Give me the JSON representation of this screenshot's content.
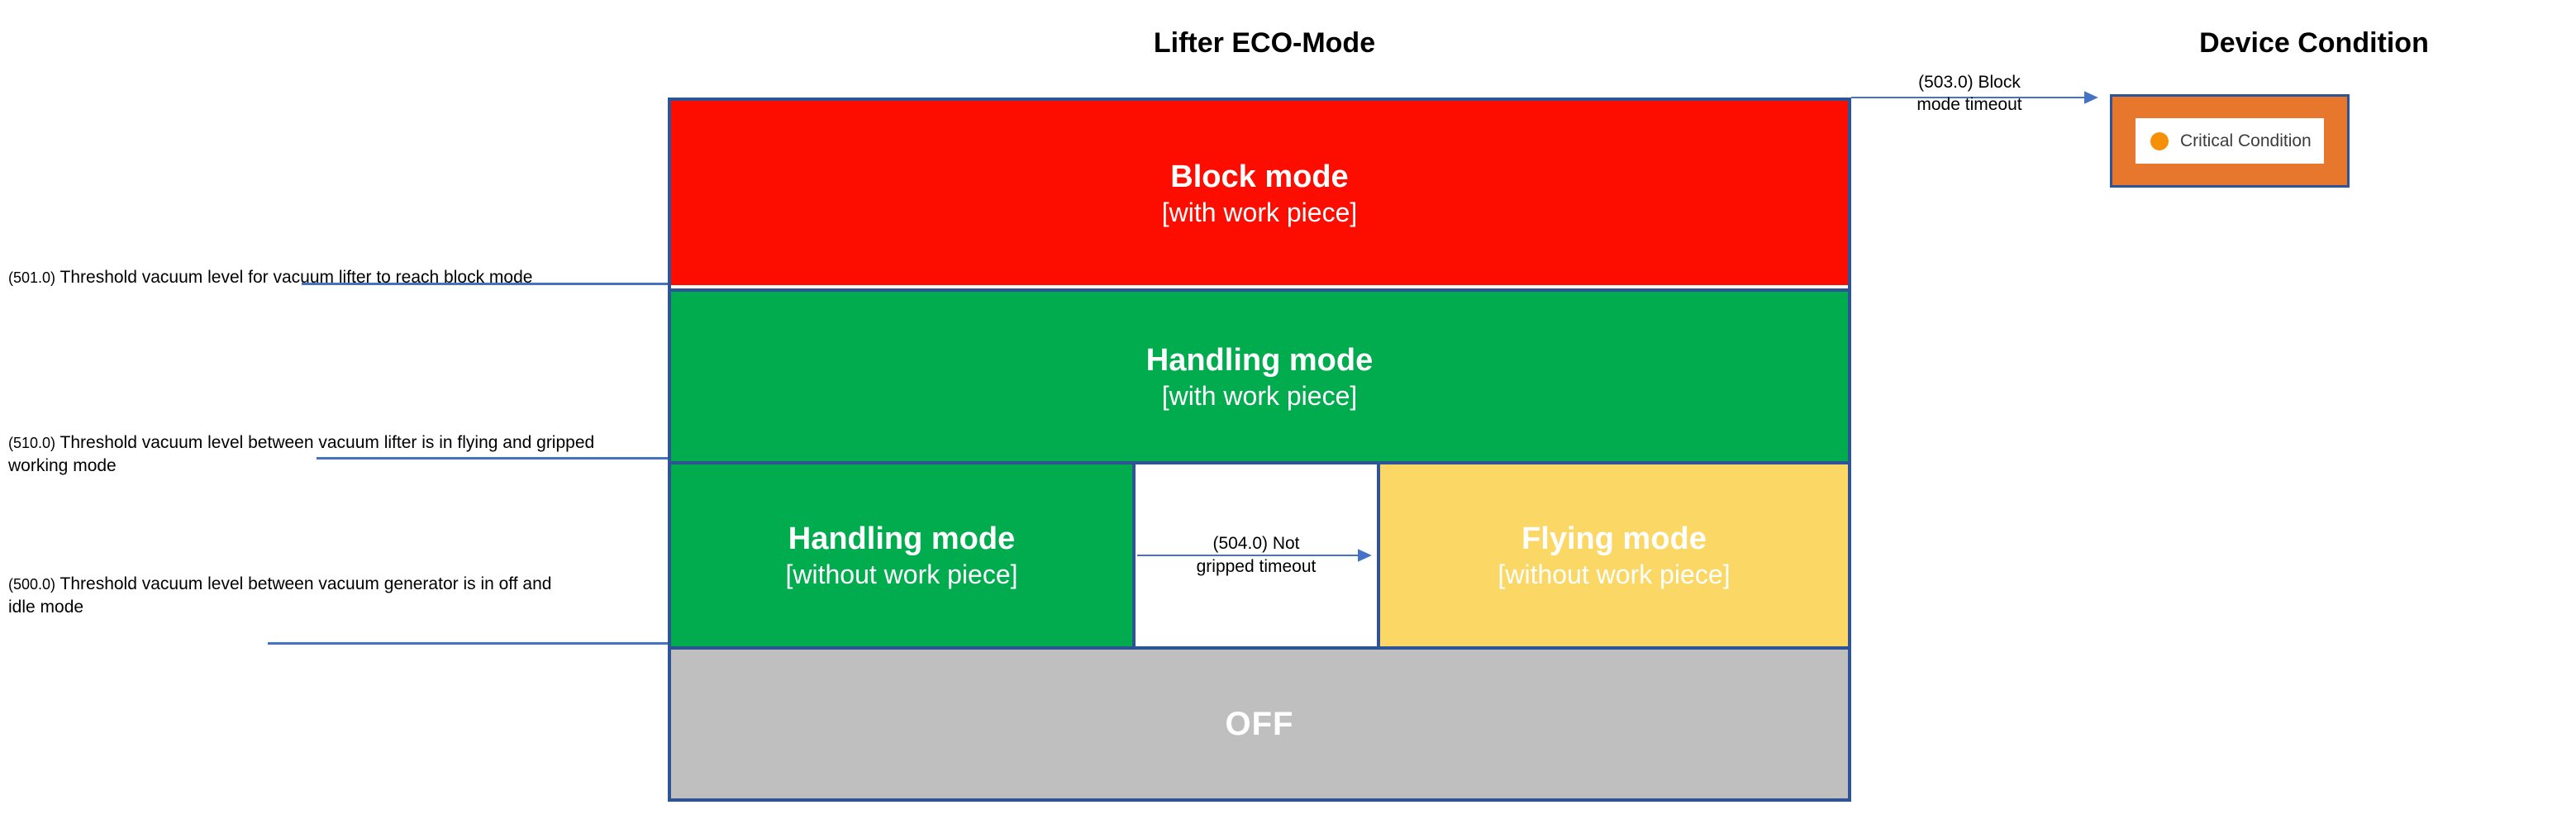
{
  "titles": {
    "lifter": "Lifter ECO-Mode",
    "device": "Device Condition"
  },
  "modes": {
    "block": {
      "name": "Block mode",
      "qualifier": "[with work piece]",
      "color": "#fc0d00"
    },
    "handling_with": {
      "name": "Handling mode",
      "qualifier": "[with work piece]",
      "color": "#00ac4e"
    },
    "handling_without": {
      "name": "Handling mode",
      "qualifier": "[without work piece]",
      "color": "#00ac4e"
    },
    "flying": {
      "name": "Flying mode",
      "qualifier": "[without work piece]",
      "color": "#fbd765"
    },
    "off": {
      "name": "OFF",
      "color": "#bfbfbf"
    }
  },
  "thresholds": [
    {
      "code": "(501.0)",
      "text": "Threshold vacuum level for vacuum lifter to reach block mode"
    },
    {
      "code": "(510.0)",
      "text": "Threshold vacuum level between  vacuum lifter is in flying and gripped working mode"
    },
    {
      "code": "(500.0)",
      "text": "Threshold vacuum level between vacuum generator is in off and idle mode"
    }
  ],
  "transitions": {
    "not_gripped": {
      "code": "(504.0)",
      "line1": "(504.0) Not",
      "line2": "gripped timeout"
    },
    "block_timeout": {
      "code": "(503.0)",
      "line1": "(503.0) Block",
      "line2": "mode timeout"
    }
  },
  "device_condition": {
    "status_label": "Critical Condition",
    "status_color": "#f79009",
    "panel_color": "#e8772e"
  },
  "colors": {
    "border_blue": "#2e5496",
    "line_blue": "#4472c4"
  }
}
